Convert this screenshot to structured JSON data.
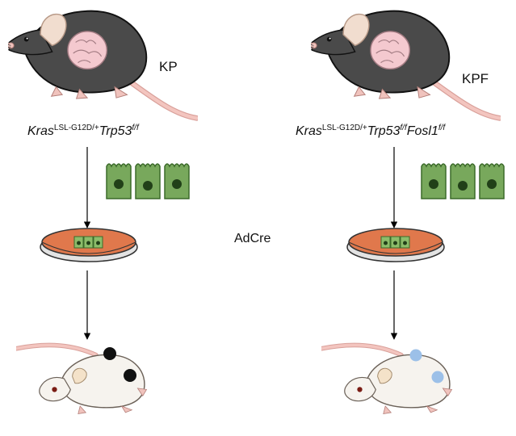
{
  "figure": {
    "left": {
      "model_label": "KP",
      "genotype": [
        {
          "base": "Kras",
          "sup": "LSL-G12D/+",
          "sup_italic": false
        },
        {
          "base": "Trp53",
          "sup": "f/f",
          "sup_italic": true
        }
      ],
      "tumor_color": "#111111"
    },
    "right": {
      "model_label": "KPF",
      "genotype": [
        {
          "base": "Kras",
          "sup": "LSL-G12D/+",
          "sup_italic": false
        },
        {
          "base": "Trp53",
          "sup": "f/f",
          "sup_italic": true
        },
        {
          "base": "Fosl1",
          "sup": "f/f",
          "sup_italic": true
        }
      ],
      "tumor_color": "#9cc0e8"
    },
    "center_label": "AdCre"
  },
  "icons": [
    "black-mouse-icon",
    "lung-icon",
    "epithelial-cells-icon",
    "culture-dish-icon",
    "nude-mouse-icon",
    "tumor-icon",
    "arrow-icon"
  ]
}
